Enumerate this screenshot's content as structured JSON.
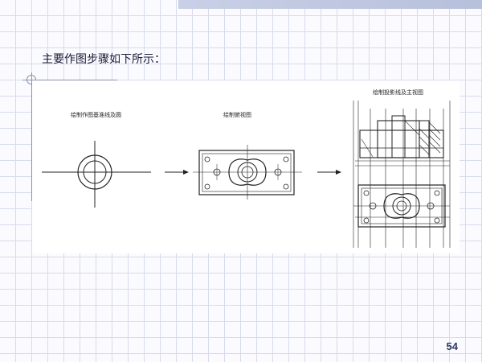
{
  "slide": {
    "heading": "主要作图步骤如下所示：",
    "page_number": "54"
  },
  "steps": [
    {
      "label": "绘制作图基准线及圆",
      "icon": "datum-lines-and-circles-drawing"
    },
    {
      "label": "绘制俯视图",
      "icon": "top-view-drawing"
    },
    {
      "label": "绘制投影线及主视图",
      "icon": "projection-lines-and-front-view-drawing"
    }
  ],
  "arrows": [
    {
      "icon": "right-arrow-icon"
    },
    {
      "icon": "right-arrow-icon"
    }
  ]
}
